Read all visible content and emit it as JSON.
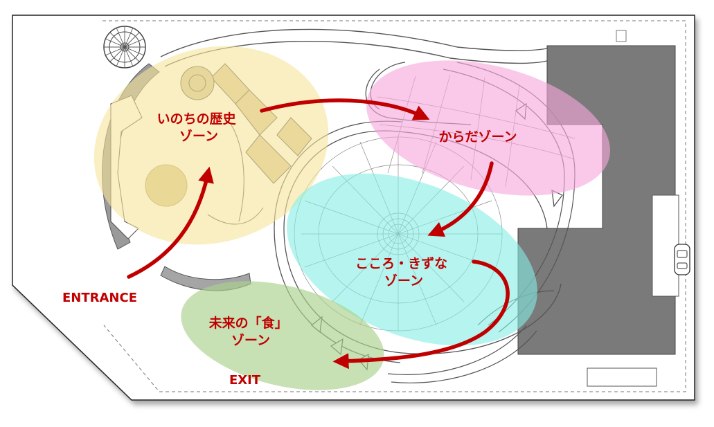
{
  "zones": [
    {
      "id": "history",
      "lines": [
        "いのちの歴史",
        "ゾーン"
      ],
      "color": "#f6e49b"
    },
    {
      "id": "body",
      "lines": [
        "からだゾーン"
      ],
      "color": "#f7a8dc"
    },
    {
      "id": "mind",
      "lines": [
        "こころ・きずな",
        "ゾーン"
      ],
      "color": "#86efe4"
    },
    {
      "id": "food",
      "lines": [
        "未来の「食」",
        "ゾーン"
      ],
      "color": "#a9d18e"
    }
  ],
  "labels": {
    "entrance": "ENTRANCE",
    "exit": "EXIT"
  },
  "colors": {
    "text": "#c00000",
    "arrow": "#c00000",
    "building": "#7a7a7a",
    "plan_line": "#6b6b6b"
  }
}
